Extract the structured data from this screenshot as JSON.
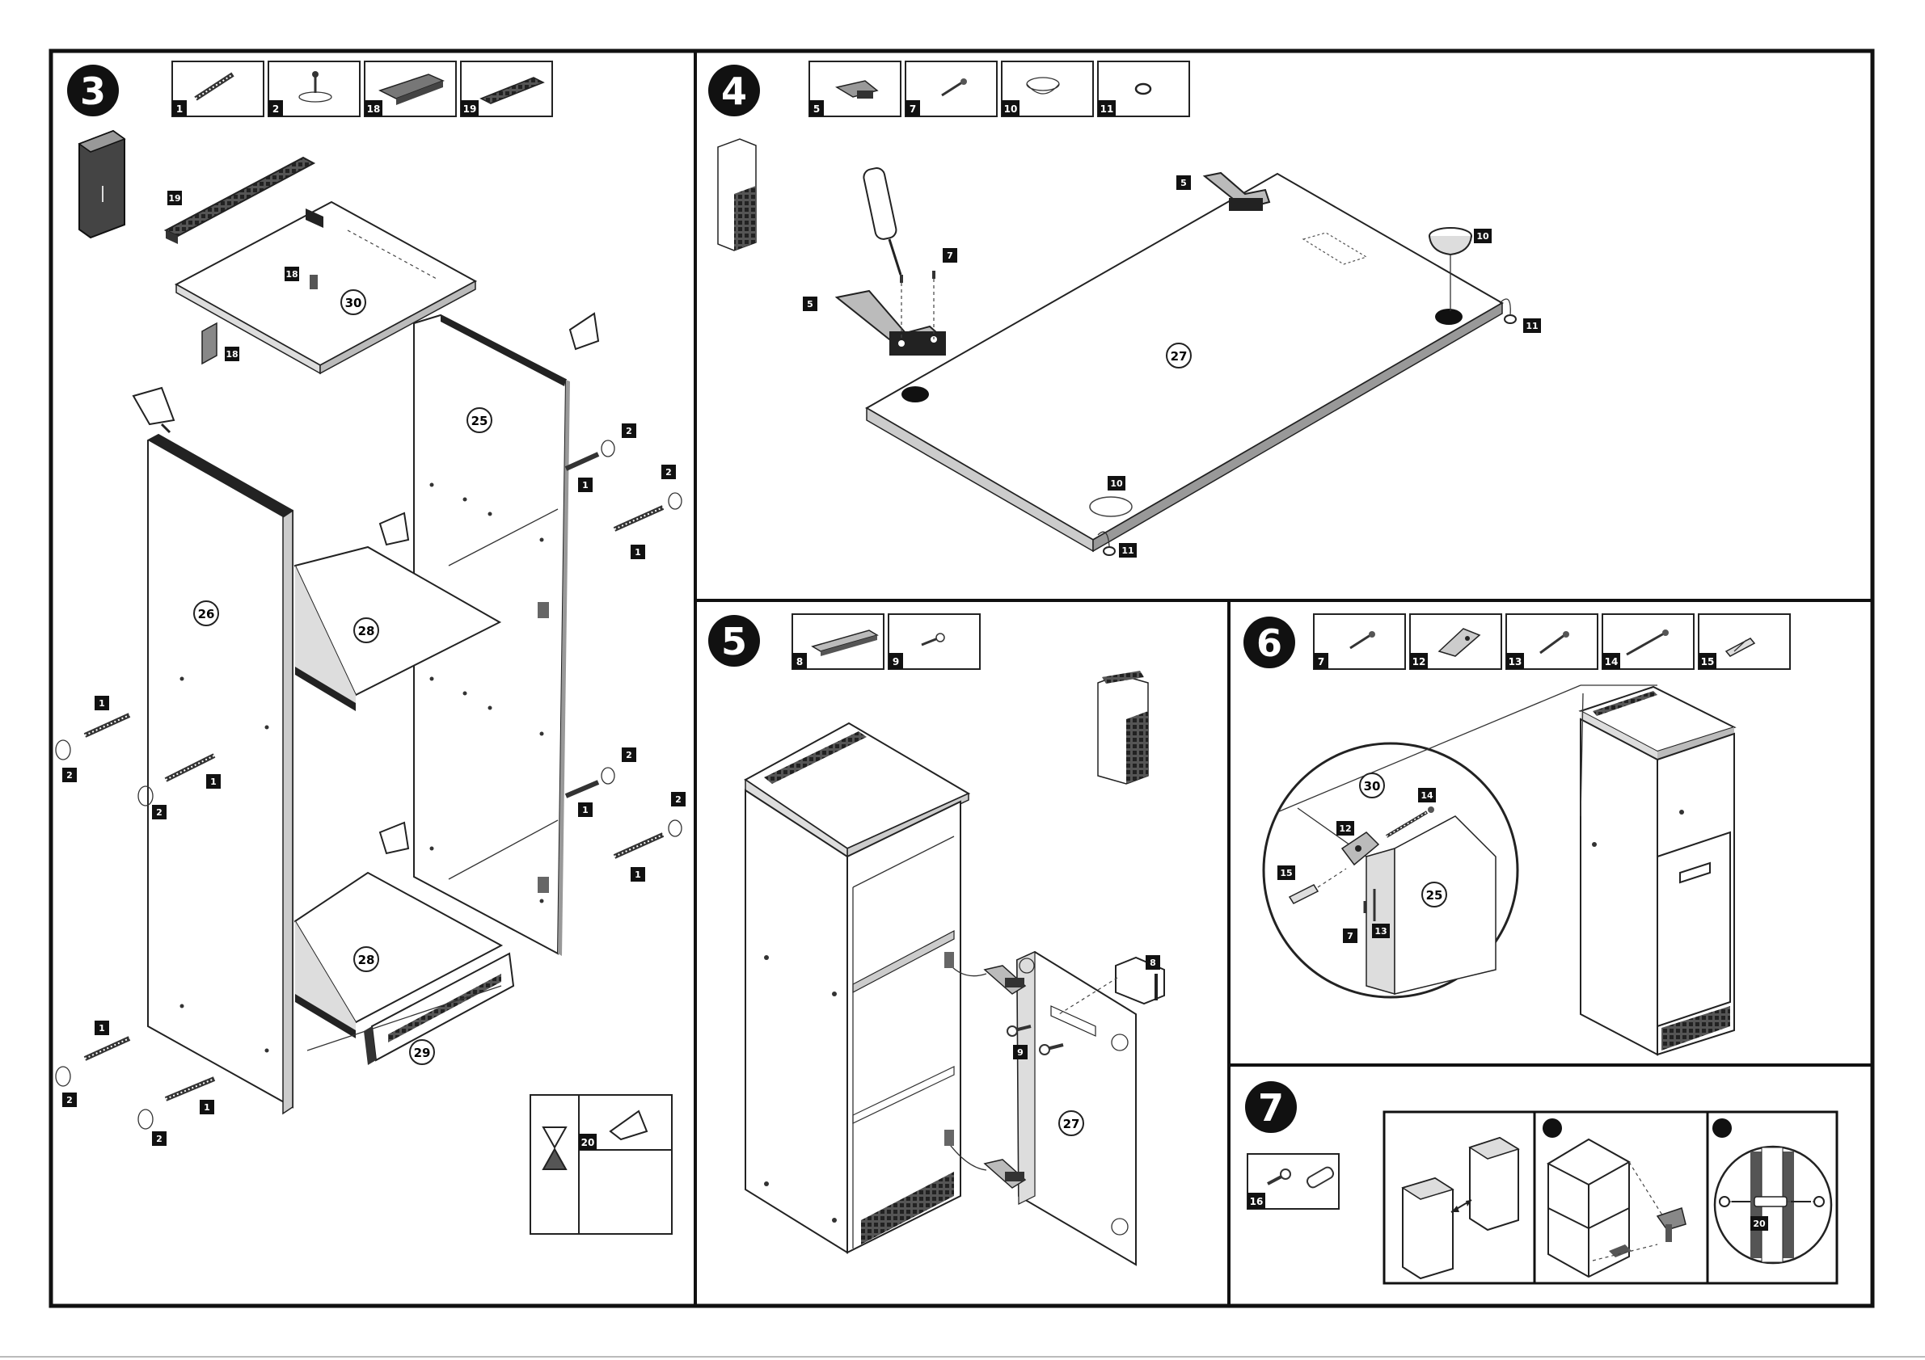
{
  "steps": [
    {
      "number": "3",
      "parts": [
        "1",
        "2",
        "18",
        "19"
      ]
    },
    {
      "number": "4",
      "parts": [
        "5",
        "7",
        "10",
        "11"
      ]
    },
    {
      "number": "5",
      "parts": [
        "8",
        "9"
      ]
    },
    {
      "number": "6",
      "parts": [
        "7",
        "12",
        "13",
        "14",
        "15"
      ]
    },
    {
      "number": "7",
      "parts": [
        "16"
      ]
    }
  ],
  "step3": {
    "panels": [
      "30",
      "25",
      "26",
      "28",
      "28",
      "29"
    ],
    "callouts": [
      "19",
      "18",
      "18",
      "2",
      "1",
      "2",
      "1",
      "1",
      "2",
      "1",
      "2",
      "2",
      "1",
      "1",
      "2",
      "1",
      "2",
      "1",
      "2"
    ],
    "note_part": "20"
  },
  "step4": {
    "panels": [
      "27"
    ],
    "callouts": [
      "5",
      "5",
      "7",
      "10",
      "11",
      "10",
      "11"
    ]
  },
  "step5": {
    "panels": [
      "27"
    ],
    "callouts": [
      "8",
      "9"
    ]
  },
  "step6": {
    "panels": [
      "30",
      "25"
    ],
    "callouts": [
      "14",
      "12",
      "15",
      "7",
      "13"
    ]
  },
  "step7": {
    "callouts": [
      "20"
    ]
  }
}
